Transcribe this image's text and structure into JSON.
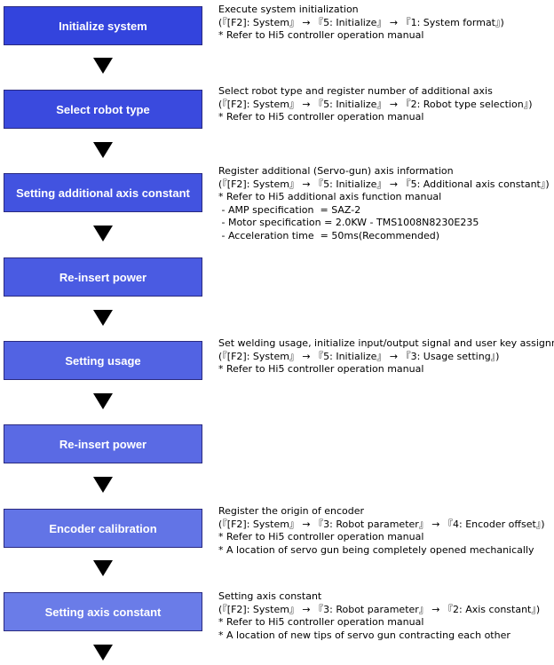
{
  "steps": [
    {
      "label": "Initialize system",
      "color": "#3344dd",
      "lines": [
        "Execute system initialization",
        "(『[F2]: System』 → 『5: Initialize』 → 『1: System format』)",
        "* Refer to Hi5 controller operation manual"
      ]
    },
    {
      "label": "Select robot type",
      "color": "#3a4ade",
      "lines": [
        "Select robot type and register number of additional axis",
        "(『[F2]: System』 → 『5: Initialize』 → 『2: Robot type selection』)",
        "* Refer to Hi5 controller operation manual"
      ]
    },
    {
      "label": "Setting additional axis constant",
      "color": "#4253e0",
      "lines": [
        "Register additional (Servo-gun) axis information",
        "(『[F2]: System』 → 『5: Initialize』 → 『5: Additional axis constant』)",
        "* Refer to Hi5 additional axis function manual",
        " - AMP specification  = SAZ-2",
        " - Motor specification = 2.0KW - TMS1008N8230E235",
        " - Acceleration time  = 50ms(Recommended)"
      ]
    },
    {
      "label": "Re-insert power",
      "color": "#4a5be2",
      "lines": []
    },
    {
      "label": "Setting usage",
      "color": "#5263e3",
      "lines": [
        "Set welding usage, initialize input/output signal and user key assignment",
        "(『[F2]: System』 → 『5: Initialize』 → 『3: Usage setting』)",
        "* Refer to Hi5 controller operation manual"
      ]
    },
    {
      "label": "Re-insert power",
      "color": "#5a6ae4",
      "lines": []
    },
    {
      "label": "Encoder calibration",
      "color": "#6274e6",
      "lines": [
        "Register the origin of encoder",
        "(『[F2]: System』 → 『3: Robot parameter』 → 『4: Encoder offset』)",
        "* Refer to Hi5 controller operation manual",
        "* A location of servo gun being completely opened mechanically"
      ]
    },
    {
      "label": "Setting axis constant",
      "color": "#6a7ce8",
      "lines": [
        "Setting axis constant",
        "(『[F2]: System』 → 『3: Robot parameter』 → 『2: Axis constant』)",
        "* Refer to Hi5 controller operation manual",
        "* A location of new tips of servo gun contracting each other"
      ]
    }
  ]
}
